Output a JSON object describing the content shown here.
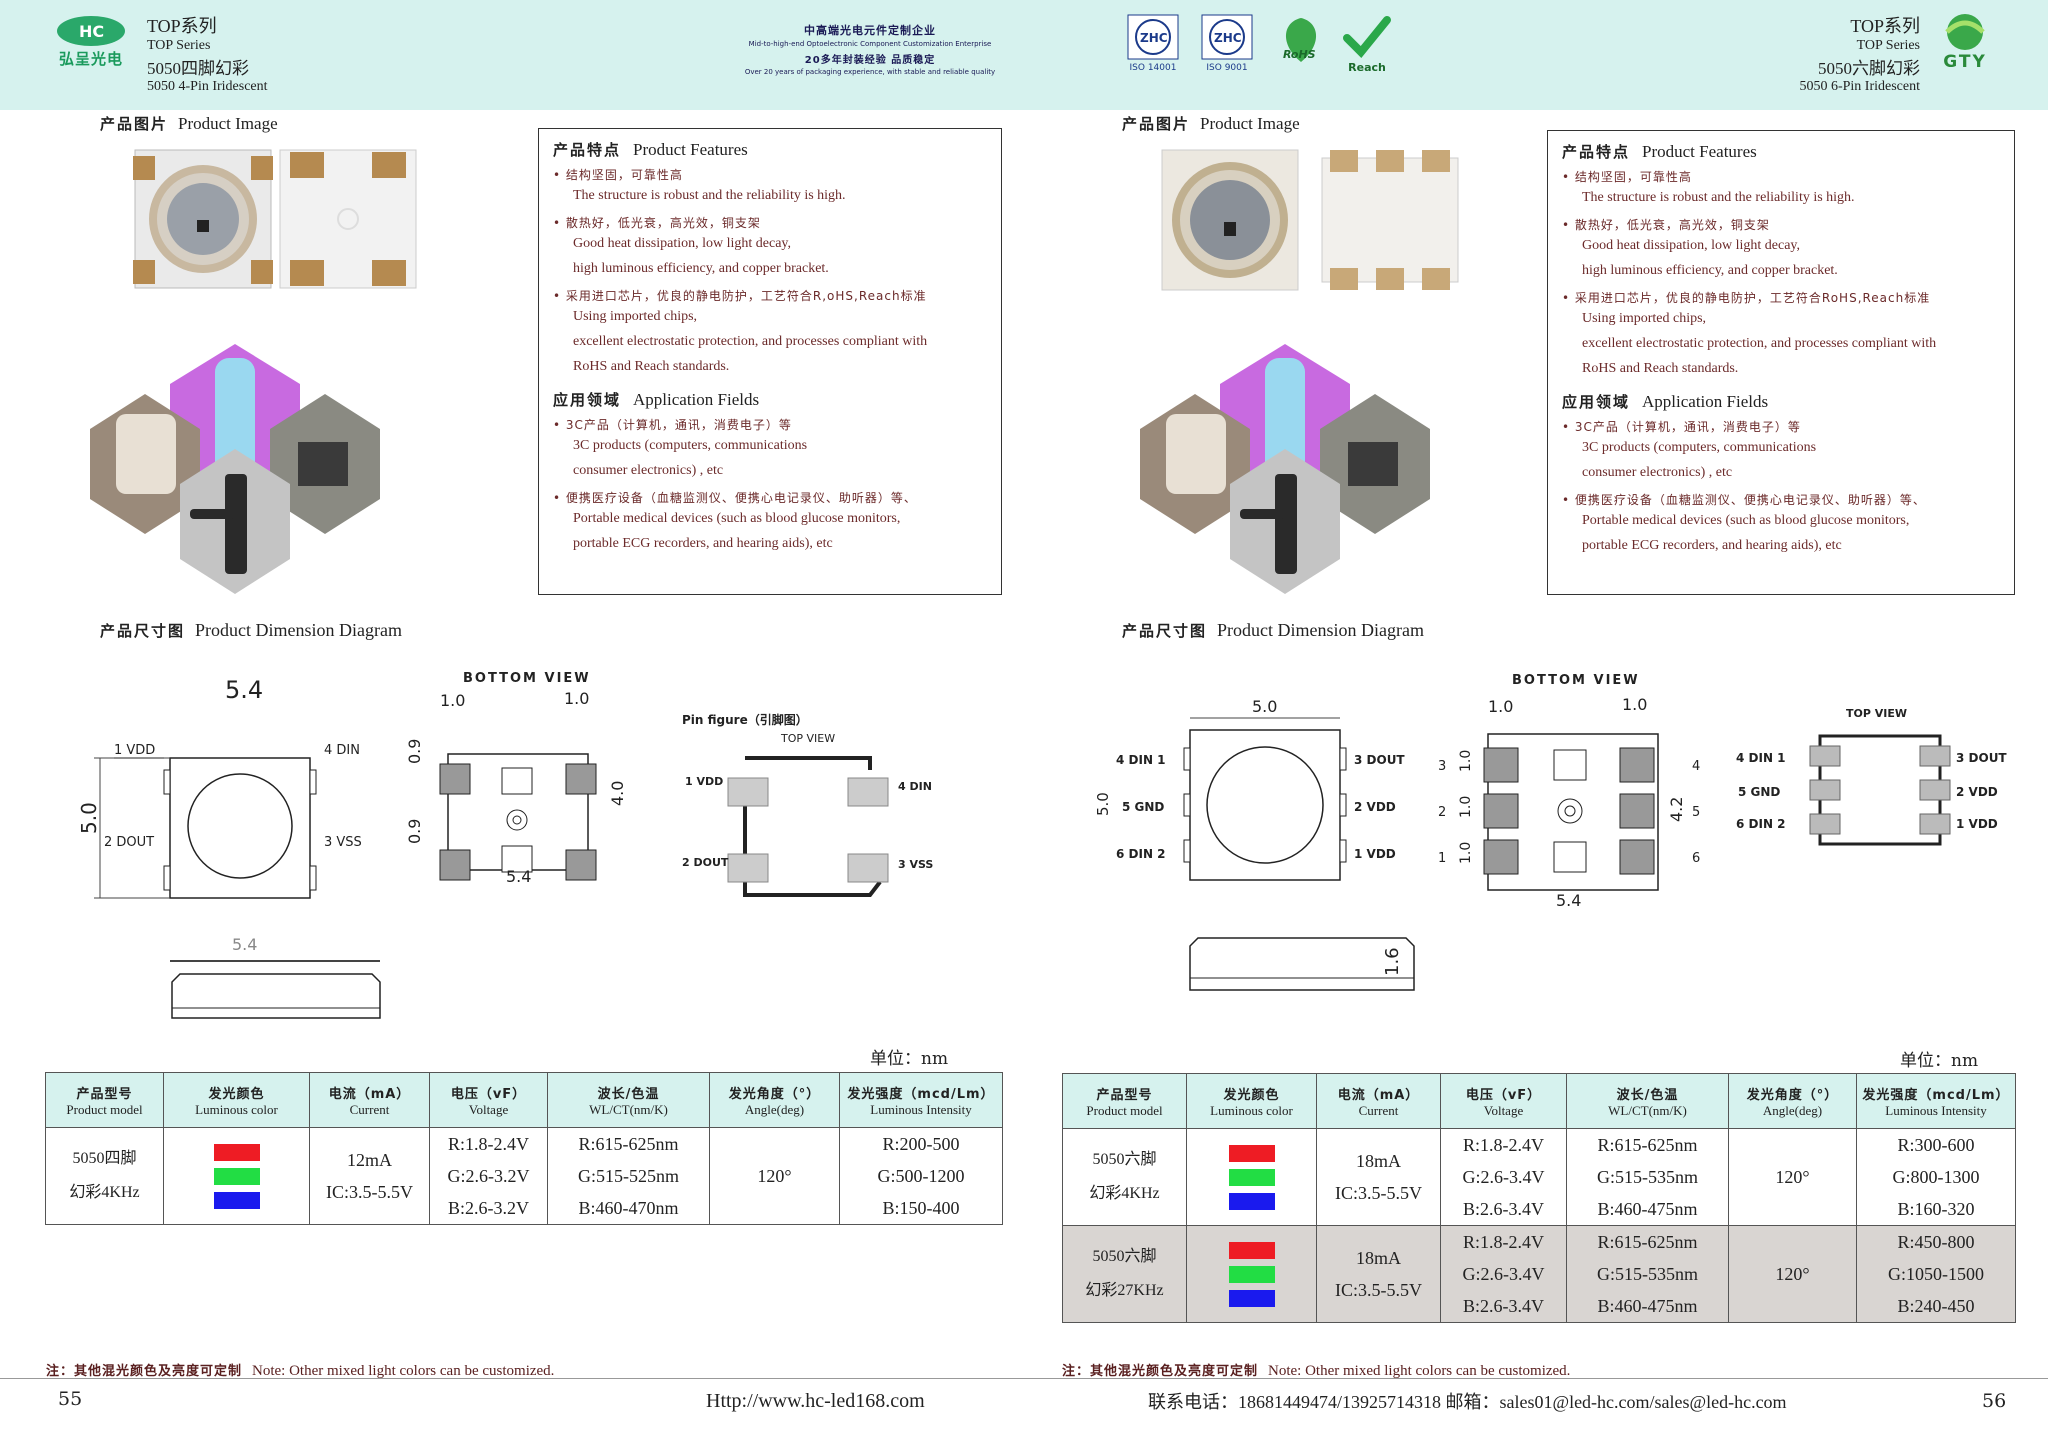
{
  "header": {
    "left_logo_text": "HC",
    "left_logo_cn": "弘呈光电",
    "left_series": {
      "l1": "TOP系列",
      "l2": "TOP  Series",
      "l3": "5050四脚幻彩",
      "l4": "5050 4-Pin Iridescent"
    },
    "center": {
      "a": "中高端光电元件定制企业",
      "b": "Mid-to-high-end Optoelectronic Component Customization Enterprise",
      "c": "20多年封装经验 品质稳定",
      "d": "Over 20 years of packaging experience, with stable and reliable quality"
    },
    "certs": [
      {
        "label": "ZHC",
        "caption": "ISO 14001"
      },
      {
        "label": "ZHC",
        "caption": "ISO 9001"
      },
      {
        "label": "RoHS",
        "caption": ""
      },
      {
        "label": "✔",
        "caption": "Reach"
      }
    ],
    "right_series": {
      "l1": "TOP系列",
      "l2": "TOP  Series",
      "l3": "5050六脚幻彩",
      "l4": "5050 6-Pin Iridescent"
    },
    "right_logo_text": "GTY"
  },
  "left": {
    "product_image_title_cn": "产品图片",
    "product_image_title_en": "Product Image",
    "features": {
      "title_cn": "产品特点",
      "title_en": "Product Features",
      "items": [
        {
          "cn": "结构坚固，可靠性高",
          "en": [
            "The structure is robust and the reliability is high."
          ]
        },
        {
          "cn": "散热好，低光衰，高光效，铜支架",
          "en": [
            "Good heat dissipation, low light decay,",
            "high luminous efficiency, and copper bracket."
          ]
        },
        {
          "cn": "采用进口芯片，优良的静电防护，工艺符合R,oHS,Reach标准",
          "en": [
            "Using imported chips,",
            "excellent electrostatic protection, and processes compliant with",
            "RoHS and Reach standards."
          ]
        }
      ],
      "app_title_cn": "应用领域",
      "app_title_en": "Application Fields",
      "apps": [
        {
          "cn": "3C产品（计算机，通讯，消费电子）等",
          "en": [
            "3C products (computers, communications",
            "consumer electronics) , etc"
          ]
        },
        {
          "cn": "便携医疗设备（血糖监测仪、便携心电记录仪、助听器）等、",
          "en": [
            "Portable medical devices (such as blood glucose monitors,",
            "portable ECG recorders, and hearing aids), etc"
          ]
        }
      ]
    },
    "dimension_title_cn": "产品尺寸图",
    "dimension_title_en": "Product Dimension Diagram",
    "dim": {
      "top_width": "5.4",
      "height": "5.0",
      "vdd": "1 VDD",
      "din": "4 DIN",
      "dout": "2 DOUT",
      "vss": "3 VSS",
      "bottom_view": "BOTTOM VIEW",
      "b10a": "1.0",
      "b10b": "1.0",
      "b09a": "0.9",
      "b09b": "0.9",
      "b40": "4.0",
      "b54": "5.4",
      "pin_figure": "Pin figure（引脚图）",
      "top_view": "TOP  VIEW",
      "p1": "1 VDD",
      "p4": "4 DIN",
      "p2": "2 DOUT",
      "p3": "3 VSS",
      "side_width": "5.4"
    },
    "unit_label": "单位：nm",
    "table": {
      "headers": [
        {
          "cn": "产品型号",
          "en": "Product model"
        },
        {
          "cn": "发光颜色",
          "en": "Luminous color"
        },
        {
          "cn": "电流（mA）",
          "en": "Current"
        },
        {
          "cn": "电压（vF）",
          "en": "Voltage"
        },
        {
          "cn": "波长/色温",
          "en": "WL/CT(nm/K)"
        },
        {
          "cn": "发光角度（°）",
          "en": "Angle(deg)"
        },
        {
          "cn": "发光强度（mcd/Lm）",
          "en": "Luminous Intensity"
        }
      ],
      "rows": [
        {
          "model1": "5050四脚",
          "model2": "幻彩4KHz",
          "current1": "12mA",
          "current2": "IC:3.5-5.5V",
          "v": [
            "R:1.8-2.4V",
            "G:2.6-3.2V",
            "B:2.6-3.2V"
          ],
          "wl": [
            "R:615-625nm",
            "G:515-525nm",
            "B:460-470nm"
          ],
          "angle": "120°",
          "li": [
            "R:200-500",
            "G:500-1200",
            "B:150-400"
          ]
        }
      ]
    },
    "note_cn": "注：其他混光颜色及亮度可定制",
    "note_en": "Note: Other mixed light colors can be customized.",
    "page_number": "55",
    "website": "Http://www.hc-led168.com"
  },
  "right": {
    "product_image_title_cn": "产品图片",
    "product_image_title_en": "Product Image",
    "features": {
      "title_cn": "产品特点",
      "title_en": "Product Features",
      "items": [
        {
          "cn": "结构坚固，可靠性高",
          "en": [
            "The structure is robust and the reliability is high."
          ]
        },
        {
          "cn": "散热好，低光衰，高光效，铜支架",
          "en": [
            "Good heat dissipation, low light decay,",
            "high luminous efficiency, and copper bracket."
          ]
        },
        {
          "cn": "采用进口芯片，优良的静电防护，工艺符合RoHS,Reach标准",
          "en": [
            "Using imported chips,",
            "excellent electrostatic protection, and processes compliant with",
            "RoHS and Reach standards."
          ]
        }
      ],
      "app_title_cn": "应用领域",
      "app_title_en": "Application Fields",
      "apps": [
        {
          "cn": "3C产品（计算机，通讯，消费电子）等",
          "en": [
            "3C products (computers, communications",
            "consumer electronics) , etc"
          ]
        },
        {
          "cn": "便携医疗设备（血糖监测仪、便携心电记录仪、助听器）等、",
          "en": [
            "Portable medical devices (such as blood glucose monitors,",
            "portable ECG recorders, and hearing aids), etc"
          ]
        }
      ]
    },
    "dimension_title_cn": "产品尺寸图",
    "dimension_title_en": "Product Dimension Diagram",
    "dim": {
      "top_width": "5.0",
      "height": "5.0",
      "l4": "4 DIN 1",
      "l5": "5 GND",
      "l6": "6 DIN 2",
      "r3": "3 DOUT",
      "r2": "2 VDD",
      "r1": "1 VDD",
      "bottom_view": "BOTTOM VIEW",
      "b10a": "1.0",
      "b10b": "1.0",
      "b1": "1.0",
      "b2": "1.0",
      "b3": "1.0",
      "n3": "3",
      "n2": "2",
      "n1": "1",
      "n4": "4",
      "n5": "5",
      "n6": "6",
      "b42": "4.2",
      "b54": "5.4",
      "top_view": "TOP VIEW",
      "t4": "4 DIN 1",
      "t5": "5 GND",
      "t6": "6 DIN 2",
      "t3": "3 DOUT",
      "t2": "2 VDD",
      "t1": "1 VDD",
      "side_h": "1.6"
    },
    "unit_label": "单位：nm",
    "table": {
      "headers": [
        {
          "cn": "产品型号",
          "en": "Product model"
        },
        {
          "cn": "发光颜色",
          "en": "Luminous color"
        },
        {
          "cn": "电流（mA）",
          "en": "Current"
        },
        {
          "cn": "电压（vF）",
          "en": "Voltage"
        },
        {
          "cn": "波长/色温",
          "en": "WL/CT(nm/K)"
        },
        {
          "cn": "发光角度（°）",
          "en": "Angle(deg)"
        },
        {
          "cn": "发光强度（mcd/Lm）",
          "en": "Luminous Intensity"
        }
      ],
      "rows": [
        {
          "model1": "5050六脚",
          "model2": "幻彩4KHz",
          "current1": "18mA",
          "current2": "IC:3.5-5.5V",
          "v": [
            "R:1.8-2.4V",
            "G:2.6-3.4V",
            "B:2.6-3.4V"
          ],
          "wl": [
            "R:615-625nm",
            "G:515-535nm",
            "B:460-475nm"
          ],
          "angle": "120°",
          "li": [
            "R:300-600",
            "G:800-1300",
            "B:160-320"
          ]
        },
        {
          "model1": "5050六脚",
          "model2": "幻彩27KHz",
          "current1": "18mA",
          "current2": "IC:3.5-5.5V",
          "v": [
            "R:1.8-2.4V",
            "G:2.6-3.4V",
            "B:2.6-3.4V"
          ],
          "wl": [
            "R:615-625nm",
            "G:515-535nm",
            "B:460-475nm"
          ],
          "angle": "120°",
          "li": [
            "R:450-800",
            "G:1050-1500",
            "B:240-450"
          ]
        }
      ]
    },
    "note_cn": "注：其他混光颜色及亮度可定制",
    "note_en": "Note: Other mixed light colors can be customized.",
    "contact": "联系电话：18681449474/13925714318  邮箱：sales01@led-hc.com/sales@led-hc.com",
    "page_number": "56"
  },
  "colors": {
    "header_bg": "#d6f2ee",
    "red": "#ee1c24",
    "green": "#22dd44",
    "blue": "#1a1aee",
    "text_brown": "#6b2a2a"
  }
}
